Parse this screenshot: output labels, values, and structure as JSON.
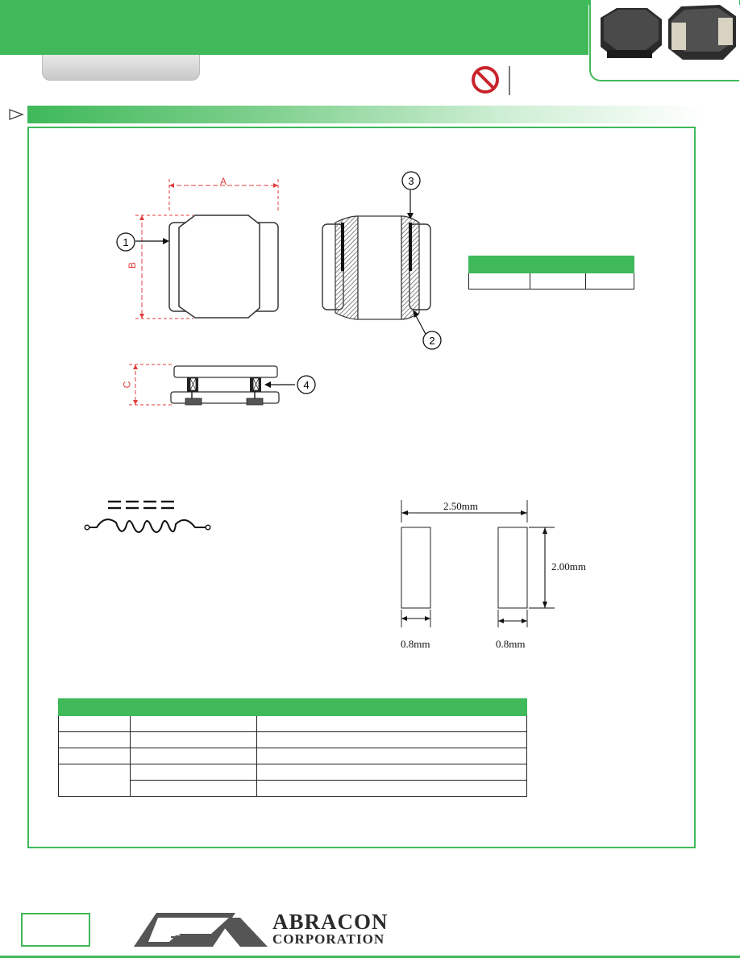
{
  "footprint": {
    "pitch_label": "2.50mm",
    "height_label": "2.00mm",
    "pad_left_width_label": "0.8mm",
    "pad_right_width_label": "0.8mm"
  },
  "callouts": {
    "n1": "1",
    "n2": "2",
    "n3": "3",
    "n4": "4"
  },
  "dimensions": {
    "a": "A",
    "b": "B",
    "c": "C"
  },
  "logo": {
    "line1": "ABRACON",
    "line2": "CORPORATION"
  },
  "colors": {
    "brand_green": "#3fb95a",
    "dim_red": "#e23c3c",
    "no_symbol_red": "#c8242c"
  }
}
